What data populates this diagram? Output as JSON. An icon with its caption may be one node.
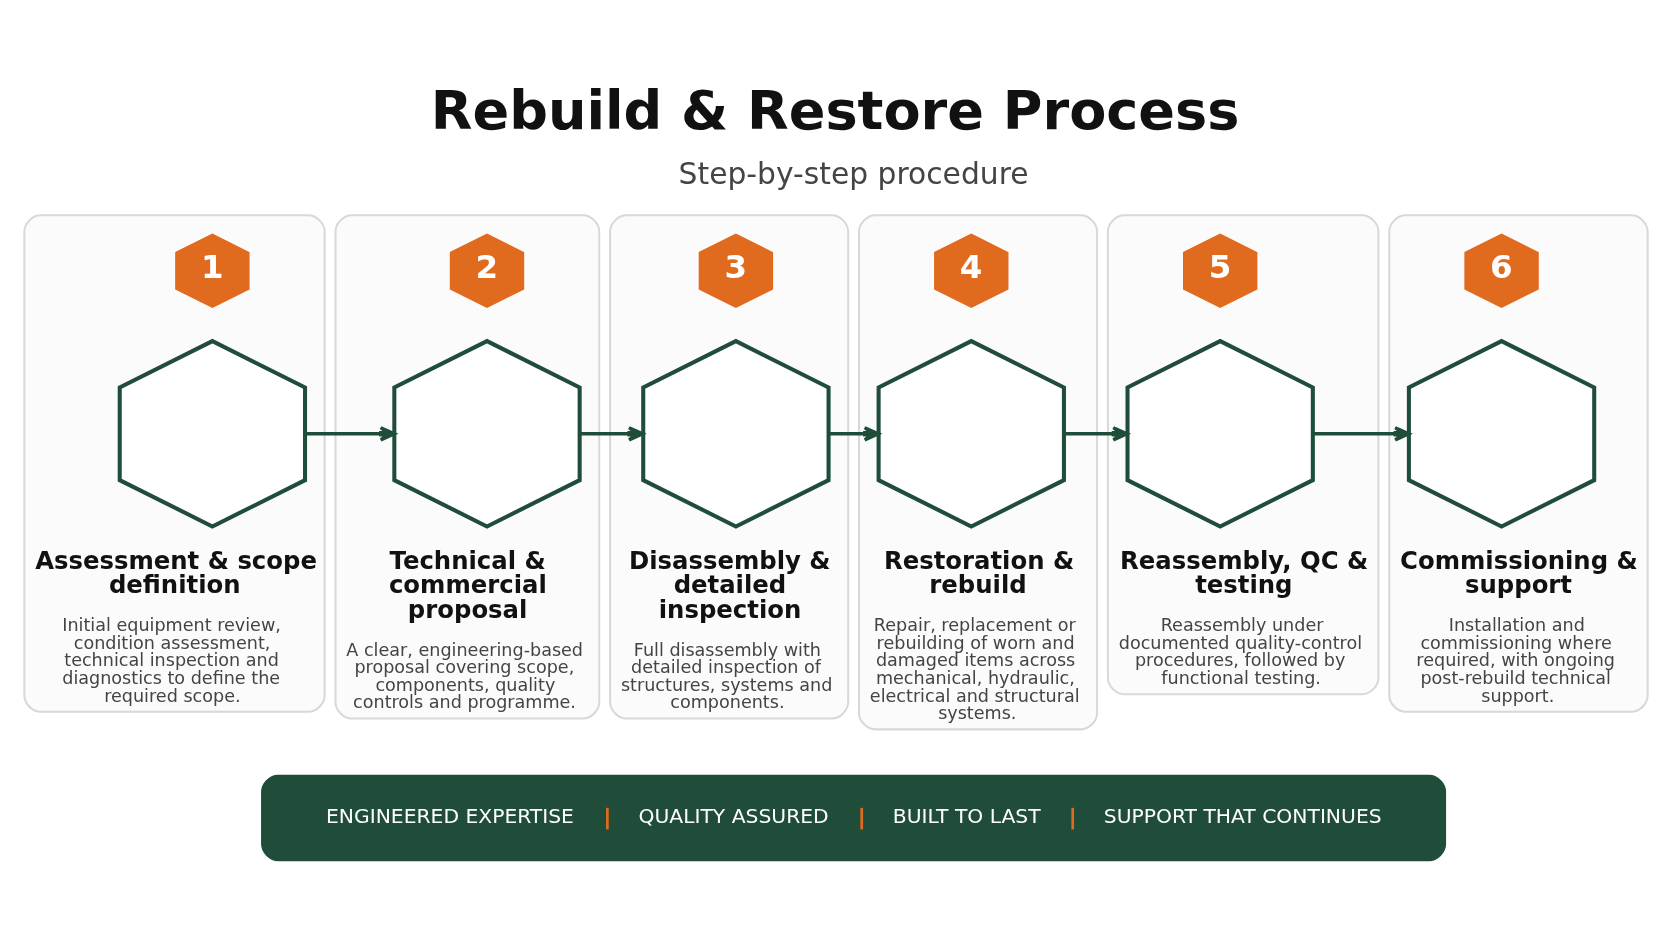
{
  "diagram": {
    "title": "Rebuild & Restore Process",
    "nodes": [
      {
        "text": [
          "Assessment & scope definition",
          "Initial equipment review, condition assessment, technical inspection and diagnostics to define the required scope."
        ]
      },
      {
        "text": [
          "1"
        ],
        "in": 0
      },
      {
        "text": [],
        "shape": "hexagon",
        "in": 0
      },
      {
        "text": [
          "Technical & commercial proposal",
          "A clear, engineering-based proposal covering scope, components, quality controls and programme."
        ]
      },
      {
        "text": [
          "2"
        ],
        "in": 3
      },
      {
        "text": [],
        "shape": "hexagon",
        "in": 3
      },
      {
        "text": [
          "Disassembly & detailed inspection",
          "Full disassembly with detailed inspection of structures, systems and components."
        ]
      },
      {
        "text": [
          "3"
        ],
        "in": 6
      },
      {
        "text": [],
        "shape": "hexagon",
        "in": 6
      },
      {
        "text": [
          "Restoration & rebuild",
          "Repair, replacement or rebuilding of worn and damaged items across mechanical, hydraulic, electrical and structural systems."
        ]
      },
      {
        "text": [
          "4"
        ],
        "in": 9
      },
      {
        "text": [],
        "shape": "hexagon",
        "in": 9
      },
      {
        "text": [
          "Reassembly, QC & testing",
          "Reassembly under documented quality-control procedures, followed by functional testing."
        ]
      },
      {
        "text": [
          "5"
        ],
        "in": 12
      },
      {
        "text": [],
        "shape": "hexagon",
        "in": 12
      },
      {
        "text": [
          "Commissioning & support",
          "Installation and commissioning where required, with ongoing post-rebuild technical support."
        ]
      },
      {
        "text": [
          "6"
        ],
        "in": 15
      },
      {
        "text": [],
        "shape": "hexagon",
        "in": 15
      },
      {
        "text": [
          "ENGINEERED EXPERTISE",
          "QUALITY ASSURED",
          "BUILT TO LAST",
          "SUPPORT THAT CONTINUES"
        ]
      }
    ],
    "edges": [
      {
        "from": 2,
        "to": 5,
        "arrow": "to"
      },
      {
        "from": 5,
        "to": 8,
        "arrow": "to"
      },
      {
        "from": 8,
        "to": 11,
        "arrow": "to"
      },
      {
        "from": 11,
        "to": 14,
        "arrow": "to"
      },
      {
        "from": 14,
        "to": 17,
        "arrow": "to"
      }
    ],
    "labels": [
      "Step-by-step procedure"
    ]
  }
}
